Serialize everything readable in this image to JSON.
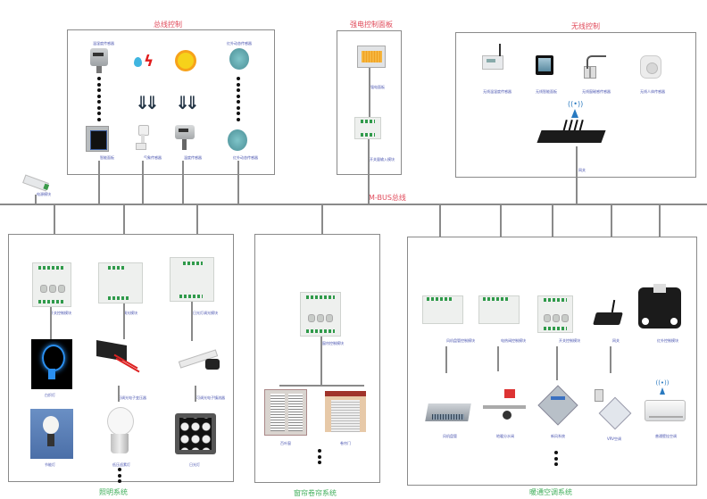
{
  "bus_label": "M-BUS总线",
  "power_module": {
    "label": "电源模块"
  },
  "sections": {
    "bus_control": {
      "title": "总线控制",
      "devices": [
        {
          "label": "温湿度传感器",
          "icon": "temp-humidity-sensor-icon"
        },
        {
          "label": "",
          "icon": "rain-lightning-icon"
        },
        {
          "label": "",
          "icon": "sun-icon"
        },
        {
          "label": "红外动态传感器",
          "icon": "infrared-sensor-icon"
        },
        {
          "label": "智能面板",
          "icon": "smart-panel-icon"
        },
        {
          "label": "气象传感器",
          "icon": "weather-sensor-icon"
        },
        {
          "label": "温度传感器",
          "icon": "temperature-sensor-icon"
        },
        {
          "label": "红外动态传感器",
          "icon": "infrared-sensor-icon"
        }
      ]
    },
    "strong_panel": {
      "title": "强电控制面板",
      "devices": [
        {
          "label": "强电面板",
          "icon": "distribution-box-icon"
        },
        {
          "label": "开关量输入模块",
          "icon": "switch-input-module-icon"
        }
      ]
    },
    "wireless": {
      "title": "无线控制",
      "devices": [
        {
          "label": "无线温湿度传感器",
          "icon": "wireless-temp-sensor-icon"
        },
        {
          "label": "无线智能面板",
          "icon": "wireless-panel-icon"
        },
        {
          "label": "无线窗磁感传感器",
          "icon": "door-magnet-sensor-icon"
        },
        {
          "label": "无线人体传感器",
          "icon": "human-body-sensor-icon"
        },
        {
          "label": "网关",
          "icon": "gateway-icon"
        }
      ]
    },
    "lighting": {
      "title": "照明系统",
      "modules": [
        {
          "label": "开关控制模块"
        },
        {
          "label": "调光模块"
        },
        {
          "label": "日光灯调光模块"
        }
      ],
      "devices": [
        {
          "label": "白炽灯",
          "icon": "incandescent-bulb-icon"
        },
        {
          "label": "可调光电子变压器",
          "icon": "transformer-icon"
        },
        {
          "label": "可调光电子镇流器",
          "icon": "ballast-icon"
        },
        {
          "label": "节能灯",
          "icon": "energy-saving-bulb-icon"
        },
        {
          "label": "低压卤素灯",
          "icon": "halogen-bulb-icon"
        },
        {
          "label": "日光灯",
          "icon": "led-panel-icon"
        }
      ]
    },
    "curtain": {
      "title": "窗帘卷帘系统",
      "modules": [
        {
          "label": "窗帘控制模块"
        }
      ],
      "devices": [
        {
          "label": "百叶窗",
          "icon": "shutter-window-icon"
        },
        {
          "label": "卷帘门",
          "icon": "rolling-door-icon"
        }
      ]
    },
    "hvac": {
      "title": "暖通空调系统",
      "modules": [
        {
          "label": "风机盘管控制模块"
        },
        {
          "label": "电热阀控制模块"
        },
        {
          "label": "开关控制模块"
        },
        {
          "label": "网关"
        },
        {
          "label": "红外控制模块"
        }
      ],
      "devices": [
        {
          "label": "风机盘管",
          "icon": "fan-coil-icon"
        },
        {
          "label": "地暖分水阀",
          "icon": "floor-heating-valve-icon"
        },
        {
          "label": "新风系统",
          "icon": "fresh-air-system-icon"
        },
        {
          "label": "VRV空调",
          "icon": "vrv-ac-icon"
        },
        {
          "label": "普通壁挂空调",
          "icon": "wall-ac-icon"
        }
      ]
    }
  }
}
